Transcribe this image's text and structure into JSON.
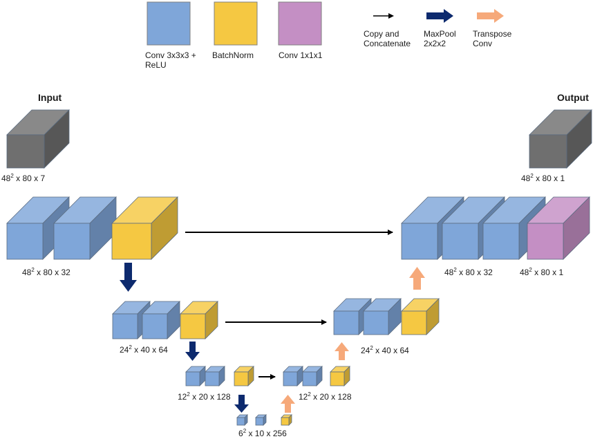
{
  "legend": {
    "conv_relu_line1": "Conv 3x3x3 +",
    "conv_relu_line2": "ReLU",
    "batchnorm": "BatchNorm",
    "conv1x1": "Conv 1x1x1",
    "copy_line1": "Copy and",
    "copy_line2": "Concatenate",
    "maxpool_line1": "MaxPool",
    "maxpool_line2": "2x2x2",
    "transpose_line1": "Transpose",
    "transpose_line2": "Conv"
  },
  "titles": {
    "input": "Input",
    "output": "Output"
  },
  "dims": {
    "input": {
      "base": "48",
      "exp": "2",
      "rest": " x 80 x 7"
    },
    "output": {
      "base": "48",
      "exp": "2",
      "rest": " x 80 x 1"
    },
    "enc1": {
      "base": "48",
      "exp": "2",
      "rest": " x 80 x 32"
    },
    "enc2": {
      "base": "24",
      "exp": "2",
      "rest": " x 40 x 64"
    },
    "enc3": {
      "base": "12",
      "exp": "2",
      "rest": " x 20 x 128"
    },
    "bottom": {
      "base": "6",
      "exp": "2",
      "rest": " x 10 x 256"
    },
    "dec3": {
      "base": "12",
      "exp": "2",
      "rest": " x 20 x 128"
    },
    "dec2": {
      "base": "24",
      "exp": "2",
      "rest": " x 40 x 64"
    },
    "dec1": {
      "base": "48",
      "exp": "2",
      "rest": " x 80 x 32"
    },
    "final": {
      "base": "48",
      "exp": "2",
      "rest": " x 80 x 1"
    }
  },
  "colors": {
    "conv_relu": "#7fa6d9",
    "batchnorm": "#f5c842",
    "conv1x1": "#c48fc4",
    "io": "#6f6f6f",
    "copy_arrow": "#000000",
    "maxpool_arrow": "#0d2a6e",
    "transpose_arrow": "#f6a97a"
  }
}
